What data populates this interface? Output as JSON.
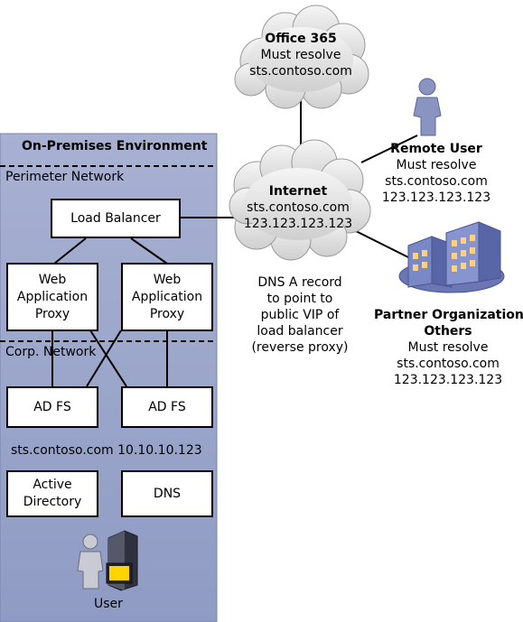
{
  "environment": {
    "title": "On-Premises Environment",
    "perimeter_label": "Perimeter Network",
    "corp_label": "Corp. Network",
    "load_balancer": "Load Balancer",
    "wap_line1": "Web",
    "wap_line2": "Application",
    "wap_line3": "Proxy",
    "adfs": "AD FS",
    "internal_record": "sts.contoso.com 10.10.10.123",
    "ad_line1": "Active",
    "ad_line2": "Directory",
    "dns": "DNS",
    "user": "User"
  },
  "office365": {
    "title": "Office 365",
    "line1": "Must resolve",
    "line2": "sts.contoso.com"
  },
  "internet": {
    "title": "Internet",
    "line1": "sts.contoso.com",
    "line2": "123.123.123.123"
  },
  "dns_note": {
    "line1": "DNS A record",
    "line2": "to point to",
    "line3": "public VIP of",
    "line4": "load balancer",
    "line5": "(reverse proxy)"
  },
  "remote_user": {
    "title": "Remote User",
    "line1": "Must resolve",
    "line2": "sts.contoso.com",
    "line3": "123.123.123.123"
  },
  "partner": {
    "title1": "Partner Organization/",
    "title2": "Others",
    "line1": "Must resolve",
    "line2": "sts.contoso.com",
    "line3": "123.123.123.123"
  },
  "colors": {
    "environment_fill": "#9aa5c8",
    "cloud_fill": "#e6e6e6",
    "building_fill": "#7b88c6",
    "person_fill": "#8a94c0"
  }
}
